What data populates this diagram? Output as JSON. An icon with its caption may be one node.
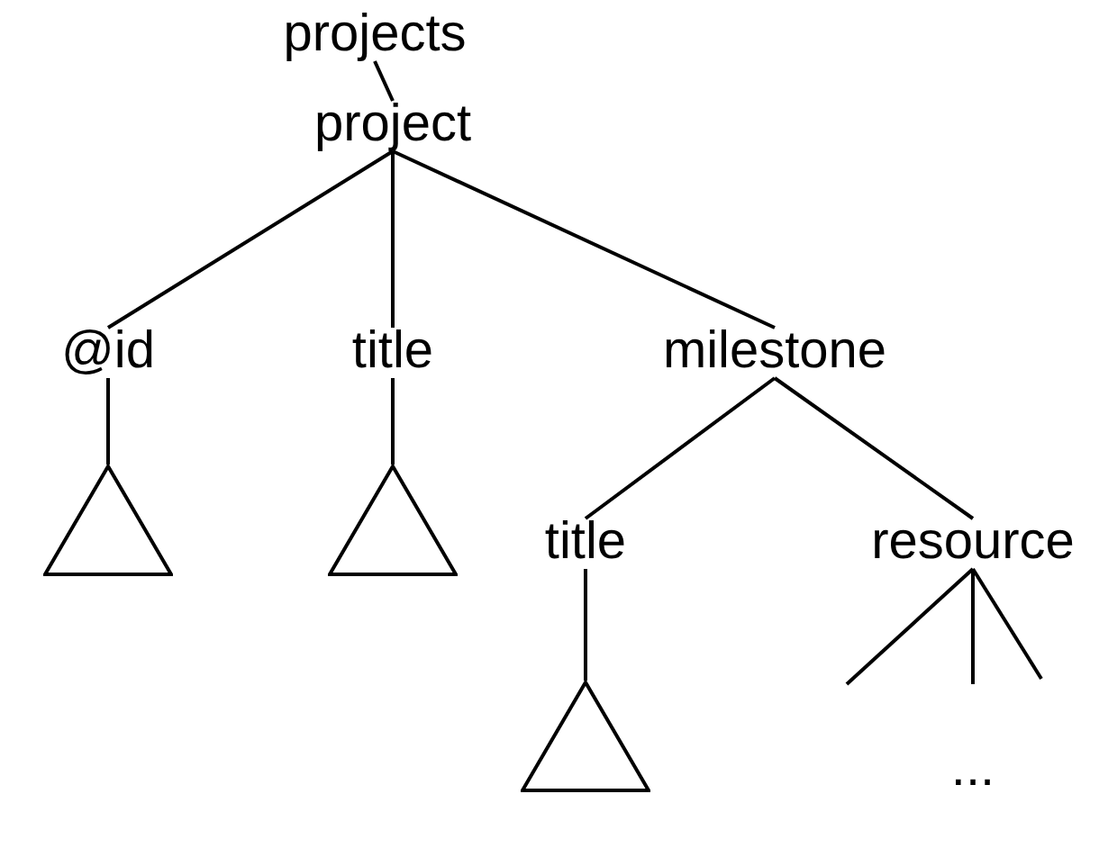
{
  "diagram": {
    "nodes": [
      {
        "text": [
          "projects"
        ]
      },
      {
        "text": [
          "project"
        ]
      },
      {
        "text": [
          "@id"
        ]
      },
      {
        "text": [
          "title"
        ]
      },
      {
        "text": [
          "milestone"
        ]
      },
      {
        "text": [
          "title"
        ]
      },
      {
        "text": [
          "resource"
        ]
      },
      {
        "text": [],
        "shape": "triangle"
      },
      {
        "text": [],
        "shape": "triangle"
      },
      {
        "text": [],
        "shape": "triangle"
      }
    ],
    "edges": [
      {
        "from": 0,
        "to": 1,
        "arrow": "none"
      },
      {
        "from": 1,
        "to": 2,
        "arrow": "none"
      },
      {
        "from": 1,
        "to": 3,
        "arrow": "none"
      },
      {
        "from": 1,
        "to": 4,
        "arrow": "none"
      },
      {
        "from": 2,
        "to": 7,
        "arrow": "none"
      },
      {
        "from": 3,
        "to": 8,
        "arrow": "none"
      },
      {
        "from": 4,
        "to": 5,
        "arrow": "none"
      },
      {
        "from": 4,
        "to": 6,
        "arrow": "none"
      },
      {
        "from": 5,
        "to": 9,
        "arrow": "none"
      },
      {
        "from": 6,
        "to": null,
        "arrow": "none"
      },
      {
        "from": 6,
        "to": null,
        "arrow": "none"
      },
      {
        "from": 6,
        "to": null,
        "arrow": "none"
      }
    ],
    "labels": [
      "..."
    ]
  }
}
